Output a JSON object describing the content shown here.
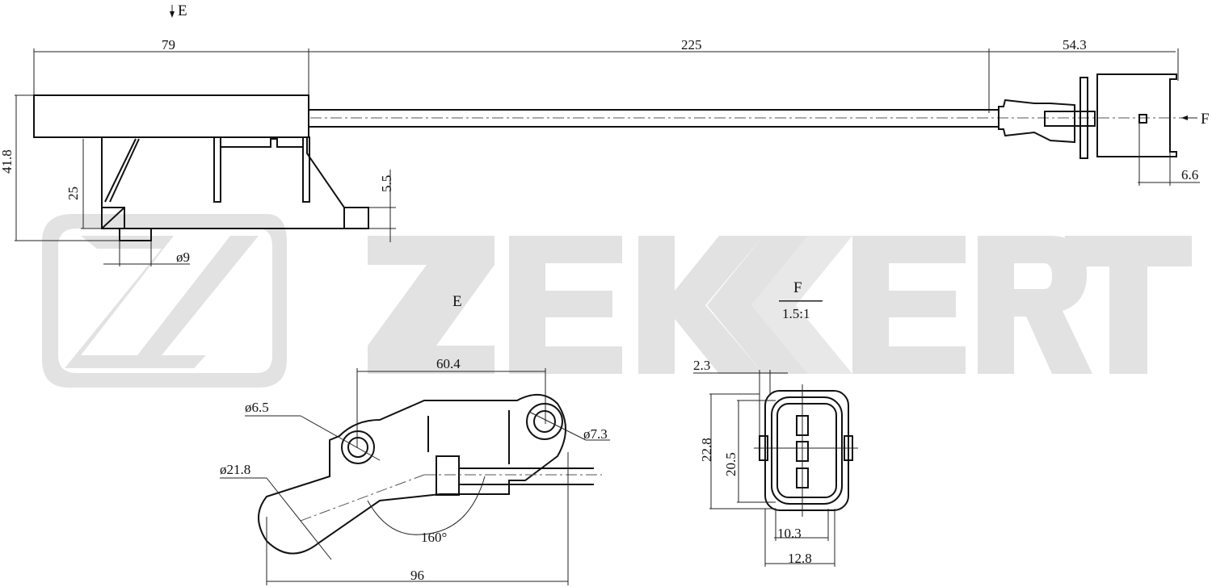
{
  "watermark": {
    "brand": "ZEKKERT",
    "logo": "zekkert-z-logo",
    "color": "#e2e2e2"
  },
  "side_view": {
    "section_marker": "E",
    "section_marker_icon": "arrow-down-icon",
    "detail_marker": "F",
    "detail_marker_icon": "arrow-left-icon",
    "dimensions": {
      "body_length": "79",
      "cable_length": "225",
      "connector_length": "54.3",
      "total_height": "41.8",
      "mount_height": "25",
      "foot_height": "5.5",
      "tip_diameter": "ø9",
      "connector_offset": "6.6"
    }
  },
  "view_e": {
    "label": "E",
    "dimensions": {
      "hole_spacing": "60.4",
      "hole_left_diameter": "ø6.5",
      "hole_right_diameter": "ø7.3",
      "head_diameter": "ø21.8",
      "angle": "160°",
      "overall_width": "96"
    }
  },
  "view_f": {
    "label": "F",
    "scale": "1.5:1",
    "dimensions": {
      "latch_width": "2.3",
      "outer_height": "22.8",
      "inner_height": "20.5",
      "inner_width": "10.3",
      "outer_width": "12.8"
    }
  }
}
